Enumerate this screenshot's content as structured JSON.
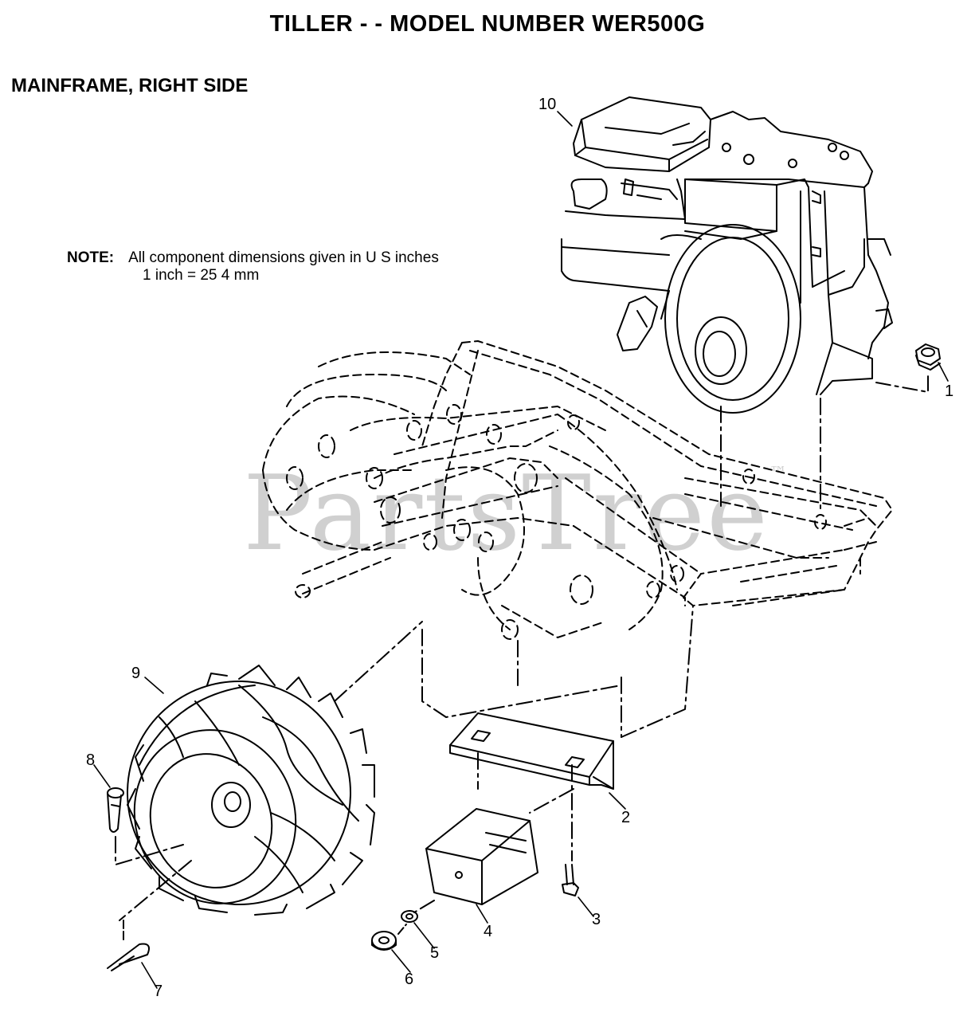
{
  "header": {
    "title": "TILLER - - MODEL NUMBER WER500G",
    "subtitle": "MAINFRAME, RIGHT SIDE"
  },
  "note": {
    "label": "NOTE:",
    "line1": "All component dimensions given in U S inches",
    "line2": "1 inch = 25 4 mm"
  },
  "watermark": {
    "text": "PartsTree",
    "tm": "™"
  },
  "callouts": {
    "c1": "1",
    "c2": "2",
    "c3": "3",
    "c4": "4",
    "c5": "5",
    "c6": "6",
    "c7": "7",
    "c8": "8",
    "c9": "9",
    "c10": "10"
  }
}
